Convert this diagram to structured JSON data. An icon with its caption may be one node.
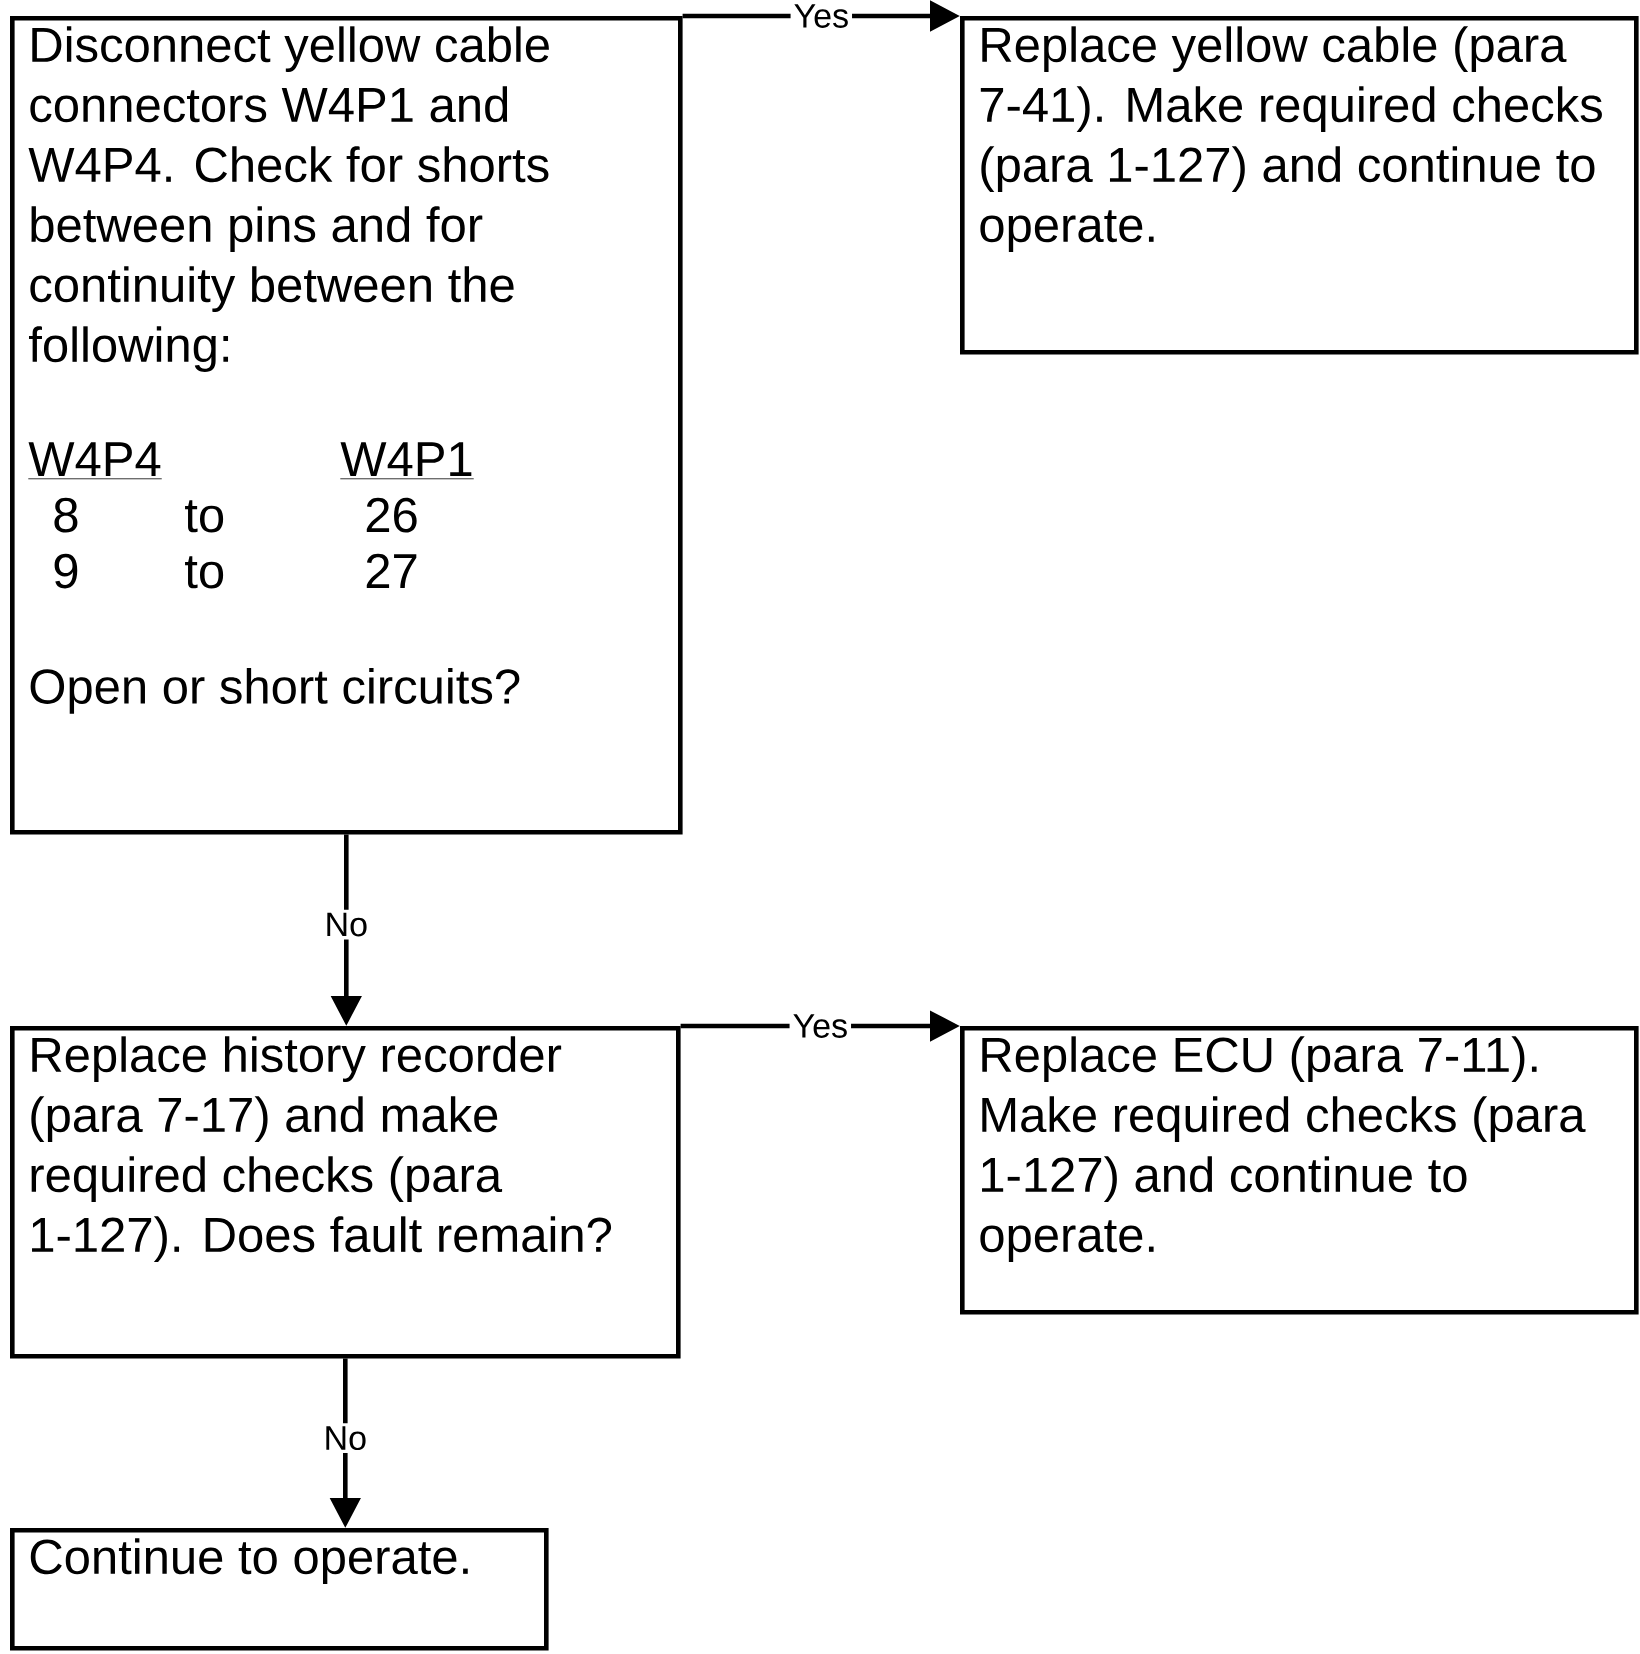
{
  "diagram": {
    "nodes": [
      {
        "text": [
          "Disconnect yellow cable connectors W4P1 and W4P4. Check for shorts between pins and for continuity between the following:",
          "W4P4",
          "W4P1",
          "8",
          "to",
          "26",
          "9",
          "to",
          "27",
          "Open or short circuits?"
        ]
      },
      {
        "text": [
          "Replace yellow cable (para 7-41).  Make required checks (para 1-127) and continue to operate."
        ]
      },
      {
        "text": [
          "Replace history recorder (para 7-17) and make required checks (para 1-127).  Does fault remain?"
        ]
      },
      {
        "text": [
          "Replace ECU (para 7-11). Make required checks (para 1-127) and continue to operate."
        ]
      },
      {
        "text": [
          "Continue to operate."
        ]
      }
    ],
    "edges": [
      {
        "from": 0,
        "to": 1,
        "arrow": "to",
        "label": "Yes"
      },
      {
        "from": 0,
        "to": 2,
        "arrow": "to",
        "label": "No"
      },
      {
        "from": 2,
        "to": 3,
        "arrow": "to",
        "label": "Yes"
      },
      {
        "from": 2,
        "to": 4,
        "arrow": "to",
        "label": "No"
      }
    ]
  }
}
